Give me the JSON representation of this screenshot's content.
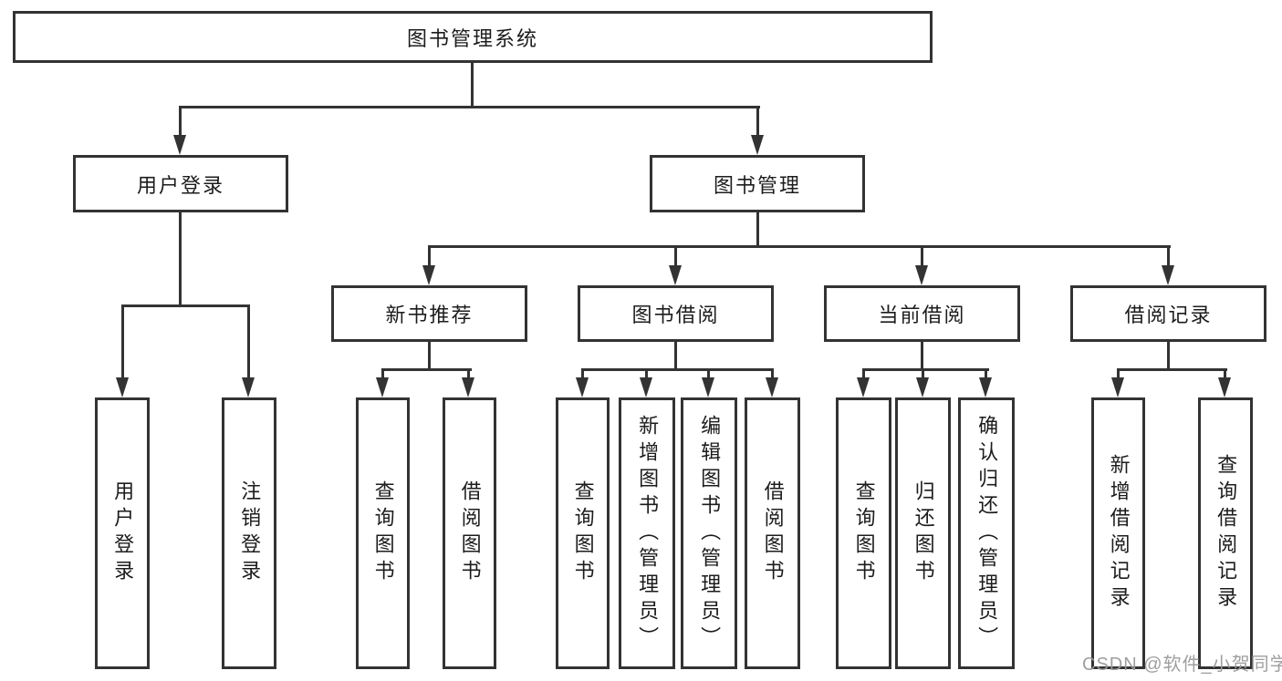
{
  "diagram": {
    "type": "hierarchy-tree",
    "colors": {
      "line": "#333333",
      "text": "#1c1c1c",
      "background": "#ffffff"
    },
    "root": {
      "label": "图书管理系统"
    },
    "level2": [
      {
        "label": "用户登录",
        "parent": "图书管理系统"
      },
      {
        "label": "图书管理",
        "parent": "图书管理系统"
      }
    ],
    "level3": [
      {
        "label": "新书推荐",
        "parent": "图书管理"
      },
      {
        "label": "图书借阅",
        "parent": "图书管理"
      },
      {
        "label": "当前借阅",
        "parent": "图书管理"
      },
      {
        "label": "借阅记录",
        "parent": "图书管理"
      }
    ],
    "leaves": [
      {
        "label": "用户登录",
        "parent": "用户登录"
      },
      {
        "label": "注销登录",
        "parent": "用户登录"
      },
      {
        "label": "查询图书",
        "parent": "新书推荐"
      },
      {
        "label": "借阅图书",
        "parent": "新书推荐"
      },
      {
        "label": "查询图书",
        "parent": "图书借阅"
      },
      {
        "label": "新增图书（管理员）",
        "parent": "图书借阅"
      },
      {
        "label": "编辑图书（管理员）",
        "parent": "图书借阅"
      },
      {
        "label": "借阅图书",
        "parent": "图书借阅"
      },
      {
        "label": "查询图书",
        "parent": "当前借阅"
      },
      {
        "label": "归还图书",
        "parent": "当前借阅"
      },
      {
        "label": "确认归还（管理员）",
        "parent": "当前借阅"
      },
      {
        "label": "新增借阅记录",
        "parent": "借阅记录"
      },
      {
        "label": "查询借阅记录",
        "parent": "借阅记录"
      }
    ]
  },
  "watermark": {
    "text": "CSDN @软件_小贺同学",
    "color": "#9a9a9a"
  }
}
